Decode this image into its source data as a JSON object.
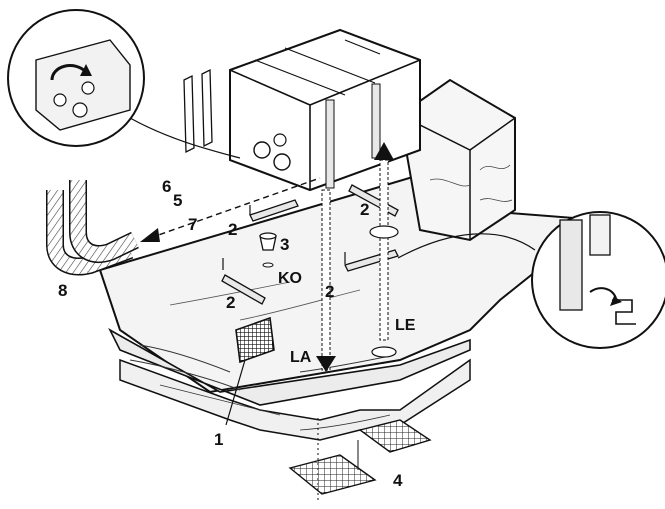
{
  "colors": {
    "ink": "#111111",
    "paper": "#ffffff",
    "wood": "#f4f4f4",
    "metal": "#e8e8e8"
  },
  "icons": [
    "rotate-arrow-icon",
    "hook-slot-icon"
  ],
  "callouts": {
    "one": "1",
    "two_a": "2",
    "two_b": "2",
    "two_c": "2",
    "two_d": "2",
    "three": "3",
    "four": "4",
    "five": "5",
    "six": "6",
    "seven": "7",
    "eight": "8",
    "ko": "KO",
    "la": "LA",
    "le": "LE"
  }
}
